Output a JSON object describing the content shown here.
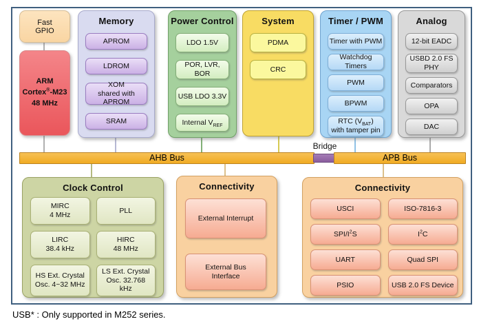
{
  "cpu": {
    "fast_gpio": "Fast\nGPIO",
    "arm": {
      "line1": "ARM",
      "cortex_pre": "Cortex",
      "cortex_sup": "®",
      "cortex_post": "-M23",
      "line3": "48 MHz"
    }
  },
  "memory": {
    "title": "Memory",
    "aprom": "APROM",
    "ldrom": "LDROM",
    "xom": "XOM\nshared with APROM",
    "sram": "SRAM"
  },
  "power": {
    "title": "Power Control",
    "ldo": "LDO 1.5V",
    "por": "POR, LVR, BOR",
    "usb_ldo": "USB LDO 3.3V",
    "vref": {
      "pre": "Internal V",
      "sub": "REF"
    }
  },
  "system": {
    "title": "System",
    "pdma": "PDMA",
    "crc": "CRC"
  },
  "timer": {
    "title": "Timer / PWM",
    "timer_pwm": "Timer with PWM",
    "wdt": "Watchdog Timers",
    "pwm": "PWM",
    "bpwm": "BPWM",
    "rtc": {
      "pre": "RTC (V",
      "sub": "BAT",
      "post": ")",
      "line2": "with tamper pin"
    }
  },
  "analog": {
    "title": "Analog",
    "eadc": "12-bit EADC",
    "usbd": "USBD 2.0 FS\nPHY",
    "comparators": "Comparators",
    "opa": "OPA",
    "dac": "DAC"
  },
  "bus": {
    "ahb": "AHB Bus",
    "apb": "APB Bus",
    "bridge": "Bridge"
  },
  "clock": {
    "title": "Clock Control",
    "mirc": "MIRC\n4 MHz",
    "pll": "PLL",
    "lirc": "LIRC\n38.4 kHz",
    "hirc": "HIRC\n48 MHz",
    "hs_xtal": "HS Ext. Crystal\nOsc. 4~32 MHz",
    "ls_xtal": "LS Ext. Crystal\nOsc. 32.768\nkHz"
  },
  "conn_mid": {
    "title": "Connectivity",
    "ext_int": "External  Interrupt",
    "ebi": "External Bus\nInterface"
  },
  "conn_right": {
    "title": "Connectivity",
    "usci": "USCI",
    "iso7816": "ISO-7816-3",
    "spi": {
      "pre": "SPI/I",
      "sup": "2",
      "post": "S"
    },
    "i2c": {
      "pre": "I",
      "sup": "2",
      "post": "C"
    },
    "uart": "UART",
    "qspi": "Quad SPI",
    "psio": "PSIO",
    "usb_dev": "USB 2.0 FS Device"
  },
  "footnote": "USB* : Only supported in M252 series.",
  "colors": {
    "frame_border": "#3f5f7f",
    "arm_core_red": "#ea565b",
    "bus_orange": "#f0ab23",
    "bridge_purple": "#8a5d9e",
    "memory_purple": "#d9dbf0",
    "power_green": "#a5d09d",
    "system_yellow": "#f8dc63",
    "timer_blue": "#a8d5f4",
    "analog_gray": "#d9d9d9",
    "clock_olive": "#cdd5a4",
    "connectivity_peach": "#f9d1a0"
  }
}
